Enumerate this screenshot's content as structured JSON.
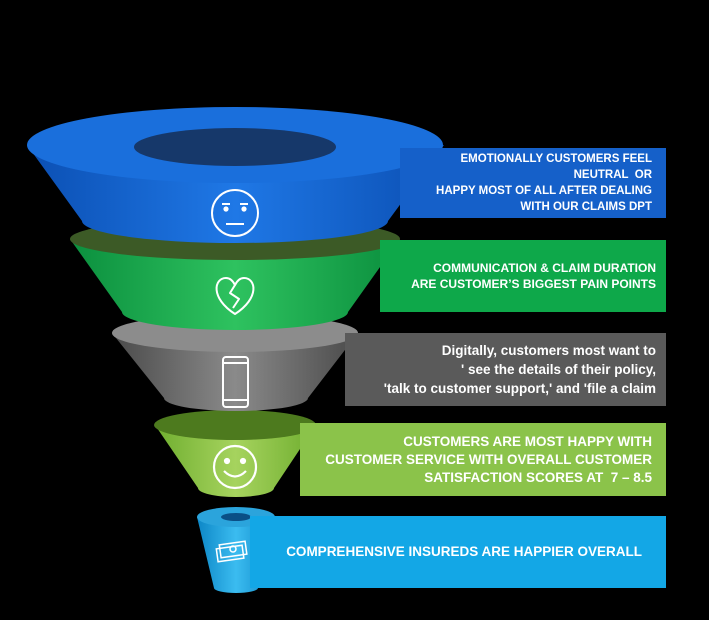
{
  "stages": [
    {
      "lines": [
        "EMOTIONALLY CUSTOMERS FEEL",
        "NEUTRAL  OR",
        "HAPPY MOST OF ALL AFTER DEALING",
        "WITH OUR CLAIMS DPT"
      ],
      "icon": "neutral-face-icon",
      "color": "#1560c9"
    },
    {
      "lines": [
        "COMMUNICATION & CLAIM DURATION",
        "ARE CUSTOMER’S BIGGEST PAIN POINTS"
      ],
      "icon": "broken-heart-icon",
      "color": "#0ea84a"
    },
    {
      "lines": [
        "Digitally, customers most want to",
        "' see the details of their policy,",
        "'talk to customer support,' and 'file a claim"
      ],
      "icon": "smartphone-icon",
      "color": "#5a5a5a"
    },
    {
      "lines": [
        "CUSTOMERS ARE MOST HAPPY WITH",
        "CUSTOMER SERVICE WITH OVERALL CUSTOMER",
        "SATISFACTION SCORES AT  7 – 8.5"
      ],
      "icon": "smiley-face-icon",
      "color": "#8bc34a"
    },
    {
      "lines": [
        "COMPREHENSIVE INSUREDS ARE HAPPIER OVERALL"
      ],
      "icon": "banknotes-icon",
      "color": "#13a7e6"
    }
  ]
}
